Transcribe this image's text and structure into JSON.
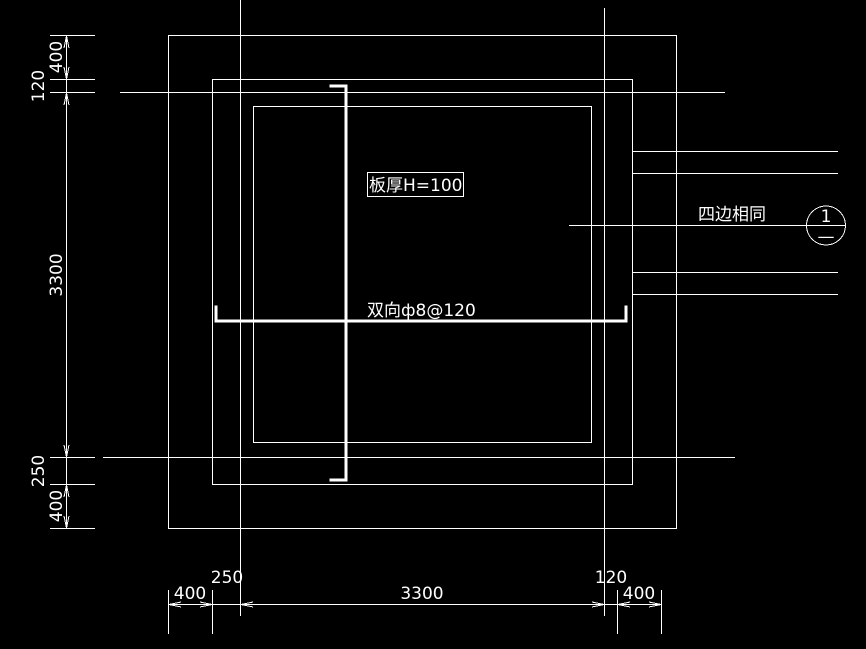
{
  "slab_label": "板厚H=100",
  "rebar_label": "双向ф8@120",
  "edge_note": "四边相同",
  "section_marker": {
    "number": "1",
    "sheet": "—"
  },
  "dimensions": {
    "left": {
      "top_offset": "400",
      "top_wall": "120",
      "span": "3300",
      "bottom_wall": "250",
      "bottom_offset": "400"
    },
    "bottom": {
      "left_offset": "400",
      "left_wall": "250",
      "span": "3300",
      "right_wall": "120",
      "right_offset": "400"
    }
  }
}
